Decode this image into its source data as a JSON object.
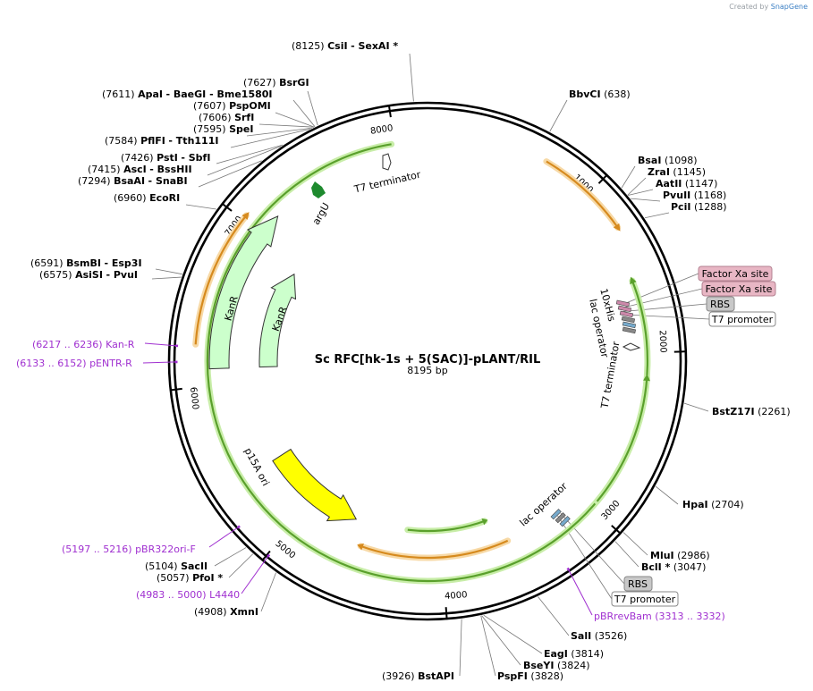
{
  "credit": {
    "prefix": "Created by",
    "brand": "SnapGene"
  },
  "plasmid": {
    "name": "Sc RFC[hk-1s + 5(SAC)]-pLANT/RIL",
    "size_label": "8195 bp",
    "length": 8195
  },
  "ticks": [
    "1000",
    "2000",
    "3000",
    "4000",
    "5000",
    "6000",
    "7000",
    "8000"
  ],
  "enzymes": [
    {
      "id": "csi",
      "pos_label": "(8125)",
      "name": "CsiI",
      "extra": "- SexAI *"
    },
    {
      "id": "bsrg",
      "pos_label": "(7627)",
      "name": "BsrGI",
      "extra": ""
    },
    {
      "id": "apa",
      "pos_label": "(7611)",
      "name": "ApaI",
      "extra": "- BaeGI - Bme1580I"
    },
    {
      "id": "psp",
      "pos_label": "(7607)",
      "name": "PspOMI",
      "extra": ""
    },
    {
      "id": "srf",
      "pos_label": "(7606)",
      "name": "SrfI",
      "extra": ""
    },
    {
      "id": "spe",
      "pos_label": "(7595)",
      "name": "SpeI",
      "extra": ""
    },
    {
      "id": "pfl",
      "pos_label": "(7584)",
      "name": "PflFI",
      "extra": "- Tth111I"
    },
    {
      "id": "pst",
      "pos_label": "(7426)",
      "name": "PstI",
      "extra": "- SbfI"
    },
    {
      "id": "asc",
      "pos_label": "(7415)",
      "name": "AscI",
      "extra": "- BssHII"
    },
    {
      "id": "bsaa",
      "pos_label": "(7294)",
      "name": "BsaAI",
      "extra": "- SnaBI"
    },
    {
      "id": "ecor",
      "pos_label": "(6960)",
      "name": "EcoRI",
      "extra": ""
    },
    {
      "id": "bsmb",
      "pos_label": "(6591)",
      "name": "BsmBI",
      "extra": "- Esp3I"
    },
    {
      "id": "asis",
      "pos_label": "(6575)",
      "name": "AsiSI",
      "extra": "- PvuI"
    },
    {
      "id": "bbvc",
      "pos_label": "(638)",
      "name": "BbvCI",
      "extra": ""
    },
    {
      "id": "bsai",
      "pos_label": "(1098)",
      "name": "BsaI",
      "extra": ""
    },
    {
      "id": "zra",
      "pos_label": "(1145)",
      "name": "ZraI",
      "extra": ""
    },
    {
      "id": "aat",
      "pos_label": "(1147)",
      "name": "AatII",
      "extra": ""
    },
    {
      "id": "pvu2",
      "pos_label": "(1168)",
      "name": "PvuII",
      "extra": ""
    },
    {
      "id": "pci",
      "pos_label": "(1288)",
      "name": "PciI",
      "extra": ""
    },
    {
      "id": "bstz",
      "pos_label": "(2261)",
      "name": "BstZ17I",
      "extra": ""
    },
    {
      "id": "hpa",
      "pos_label": "(2704)",
      "name": "HpaI",
      "extra": ""
    },
    {
      "id": "mlu",
      "pos_label": "(2986)",
      "name": "MluI",
      "extra": ""
    },
    {
      "id": "bcl",
      "pos_label": "(3047)",
      "name": "BclI *",
      "extra": ""
    },
    {
      "id": "sal",
      "pos_label": "(3526)",
      "name": "SalI",
      "extra": ""
    },
    {
      "id": "eag",
      "pos_label": "(3814)",
      "name": "EagI",
      "extra": ""
    },
    {
      "id": "bsey",
      "pos_label": "(3824)",
      "name": "BseYI",
      "extra": ""
    },
    {
      "id": "pspf",
      "pos_label": "(3828)",
      "name": "PspFI",
      "extra": ""
    },
    {
      "id": "bstap",
      "pos_label": "(3926)",
      "name": "BstAPI",
      "extra": ""
    },
    {
      "id": "xmn",
      "pos_label": "(4908)",
      "name": "XmnI",
      "extra": ""
    },
    {
      "id": "pfo",
      "pos_label": "(5057)",
      "name": "PfoI *",
      "extra": ""
    },
    {
      "id": "sac2",
      "pos_label": "(5104)",
      "name": "SacII",
      "extra": ""
    }
  ],
  "primers": [
    {
      "id": "kanr",
      "range": "(6217 .. 6236)",
      "name": "Kan-R"
    },
    {
      "id": "pentr",
      "range": "(6133 .. 6152)",
      "name": "pENTR-R"
    },
    {
      "id": "pbr",
      "range": "(5197 .. 5216)",
      "name": "pBR322ori-F"
    },
    {
      "id": "l4440",
      "range": "(4983 .. 5000)",
      "name": "L4440"
    },
    {
      "id": "pbrrev",
      "range": "(3313 .. 3332)",
      "name": "pBRrevBam"
    }
  ],
  "features": {
    "argU": "argU",
    "t7term_top": "T7 terminator",
    "kanr1": "KanR",
    "kanr2": "KanR",
    "p15a": "p15A ori",
    "his": "10xHis",
    "lacop_top": "lac operator",
    "t7term_right": "T7 terminator",
    "lacop_bottom": "lac operator"
  },
  "boxes": [
    {
      "id": "fxa1",
      "label": "Factor Xa site",
      "style": "pink"
    },
    {
      "id": "fxa2",
      "label": "Factor Xa site",
      "style": "pink"
    },
    {
      "id": "rbs1",
      "label": "RBS",
      "style": "gray"
    },
    {
      "id": "t7p1",
      "label": "T7 promoter",
      "style": "white"
    },
    {
      "id": "rbs2",
      "label": "RBS",
      "style": "gray"
    },
    {
      "id": "t7p2",
      "label": "T7 promoter",
      "style": "white"
    }
  ],
  "colors": {
    "orf": "#5aa02c",
    "orf_glow": "#c8eda8",
    "orange": "#d68a1e",
    "orange_glow": "#f7d9a6",
    "primer": "#a030d0",
    "pink": "#e8b6c4",
    "gray": "#c8c8c8",
    "kan_fill": "#ccffcc",
    "ori_fill": "#ffff00"
  }
}
